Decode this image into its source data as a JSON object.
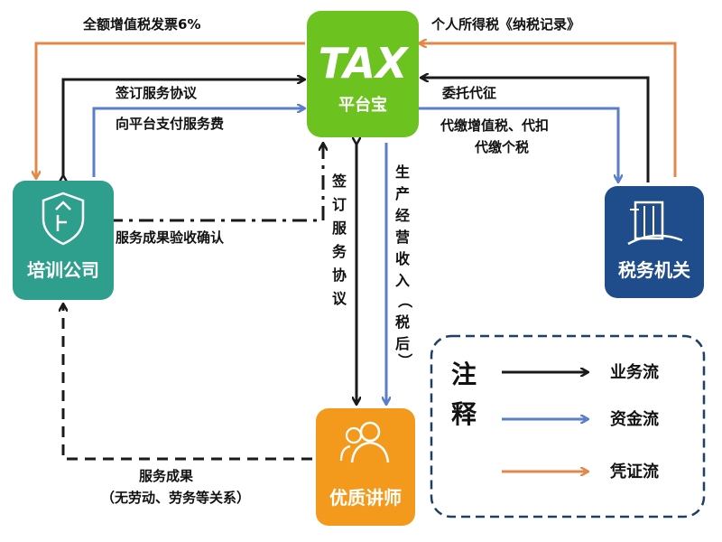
{
  "colors": {
    "black_flow": "#1a1a1a",
    "blue_flow": "#5b7ec8",
    "orange_flow": "#e0894a",
    "tax_green": "#6cc21f",
    "training_teal": "#2e9f8c",
    "bureau_navy": "#1f4d8c",
    "lecturer_orange": "#f39a1c",
    "legend_border": "#1f3f66"
  },
  "nodes": {
    "tax": {
      "logo": "TAX",
      "name": "平台宝",
      "icon": "tax-logo"
    },
    "training": {
      "name": "培训公司",
      "icon": "shield-enterprise-icon"
    },
    "bureau": {
      "name": "税务机关",
      "icon": "tax-building-icon"
    },
    "lecturer": {
      "name": "优质讲师",
      "icon": "people-icon"
    }
  },
  "edges": {
    "vat_invoice": "全额增值税发票6%",
    "personal_tax": "个人所得税《纳税记录》",
    "sign_service": "签订服务协议",
    "pay_fee": "向平台支付服务费",
    "entrust": "委托代征",
    "withhold_line1": "代缴增值税、代扣",
    "withhold_line2": "代缴个税",
    "confirm": "服务成果验收确认",
    "sign_vertical": [
      "签",
      "订",
      "服",
      "务",
      "协",
      "议"
    ],
    "income_vertical": [
      "生",
      "产",
      "经",
      "营",
      "收",
      "入",
      "（",
      "税",
      "后",
      "）"
    ],
    "result_line1": "服务成果",
    "result_line2": "（无劳动、劳务等关系）"
  },
  "legend": {
    "title": [
      "注",
      "释"
    ],
    "items": [
      {
        "label": "业务流",
        "color": "#1a1a1a"
      },
      {
        "label": "资金流",
        "color": "#5b7ec8"
      },
      {
        "label": "凭证流",
        "color": "#e0894a"
      }
    ]
  }
}
